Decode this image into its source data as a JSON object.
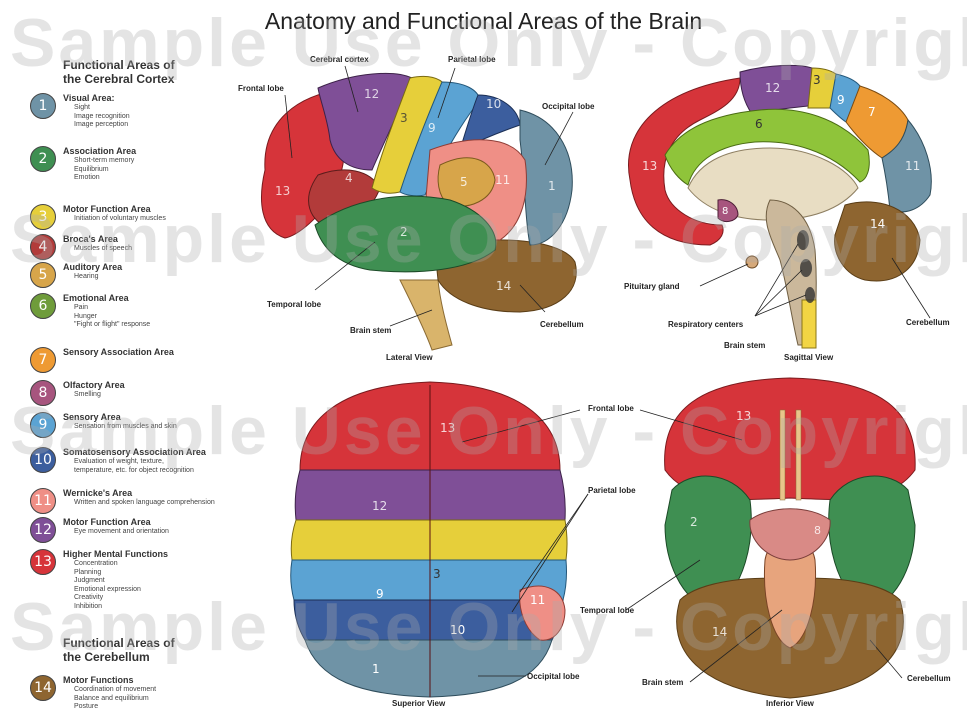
{
  "title": "Anatomy and Functional Areas of the Brain",
  "watermark": "Sample Use Only - Copyrighted",
  "legend": {
    "cortex_heading": [
      "Functional Areas of",
      "the Cerebral Cortex"
    ],
    "cerebellum_heading": [
      "Functional Areas of",
      "the Cerebellum"
    ],
    "items": [
      {
        "num": "1",
        "title": "Visual Area:",
        "details": [
          "Sight",
          "Image recognition",
          "Image perception"
        ],
        "color": "#6f93a6"
      },
      {
        "num": "2",
        "title": "Association Area",
        "details": [
          "Short-term memory",
          "Equilibrium",
          "Emotion"
        ],
        "color": "#3f8f52"
      },
      {
        "num": "3",
        "title": "Motor Function Area",
        "details": [
          "Initiation of voluntary muscles"
        ],
        "color": "#e6cf3a"
      },
      {
        "num": "4",
        "title": "Broca's Area",
        "details": [
          "Muscles of speech"
        ],
        "color": "#b23b3a"
      },
      {
        "num": "5",
        "title": "Auditory Area",
        "details": [
          "Hearing"
        ],
        "color": "#d7a54a"
      },
      {
        "num": "6",
        "title": "Emotional Area",
        "details": [
          "Pain",
          "Hunger",
          "\"Fight or flight\" response"
        ],
        "color": "#6f9c3b"
      },
      {
        "num": "7",
        "title": "Sensory Association Area",
        "details": [],
        "color": "#ee9a33"
      },
      {
        "num": "8",
        "title": "Olfactory Area",
        "details": [
          "Smelling"
        ],
        "color": "#a7557e"
      },
      {
        "num": "9",
        "title": "Sensory Area",
        "details": [
          "Sensation from muscles and skin"
        ],
        "color": "#5ba3d3"
      },
      {
        "num": "10",
        "title": "Somatosensory Association Area",
        "details": [
          "Evaluation of weight, texture,",
          "temperature, etc. for object recognition"
        ],
        "color": "#3c5e9e"
      },
      {
        "num": "11",
        "title": "Wernicke's Area",
        "details": [
          "Written and spoken language comprehension"
        ],
        "color": "#ef8f86"
      },
      {
        "num": "12",
        "title": "Motor Function Area",
        "details": [
          "Eye movement and orientation"
        ],
        "color": "#7f4f97"
      },
      {
        "num": "13",
        "title": "Higher Mental Functions",
        "details": [
          "Concentration",
          "Planning",
          "Judgment",
          "Emotional expression",
          "Creativity",
          "Inhibition"
        ],
        "color": "#d6343a"
      },
      {
        "num": "14",
        "title": "Motor Functions",
        "details": [
          "Coordination of movement",
          "Balance and equilibrium",
          "Posture"
        ],
        "color": "#8e6530"
      }
    ]
  },
  "views": {
    "lateral": {
      "caption": "Lateral View",
      "labels": {
        "frontal": "Frontal lobe",
        "cortex": "Cerebral cortex",
        "parietal": "Parietal lobe",
        "occipital": "Occipital lobe",
        "temporal": "Temporal lobe",
        "brainstem": "Brain stem",
        "cerebellum": "Cerebellum"
      }
    },
    "sagittal": {
      "caption": "Sagittal View",
      "labels": {
        "pituitary": "Pituitary gland",
        "respiratory": "Respiratory centers",
        "brainstem": "Brain stem",
        "cerebellum": "Cerebellum"
      }
    },
    "superior": {
      "caption": "Superior View",
      "labels": {
        "frontal": "Frontal lobe",
        "parietal": "Parietal lobe",
        "occipital": "Occipital lobe"
      }
    },
    "inferior": {
      "caption": "Inferior View",
      "labels": {
        "temporal": "Temporal lobe",
        "brainstem": "Brain stem",
        "cerebellum": "Cerebellum"
      }
    }
  }
}
